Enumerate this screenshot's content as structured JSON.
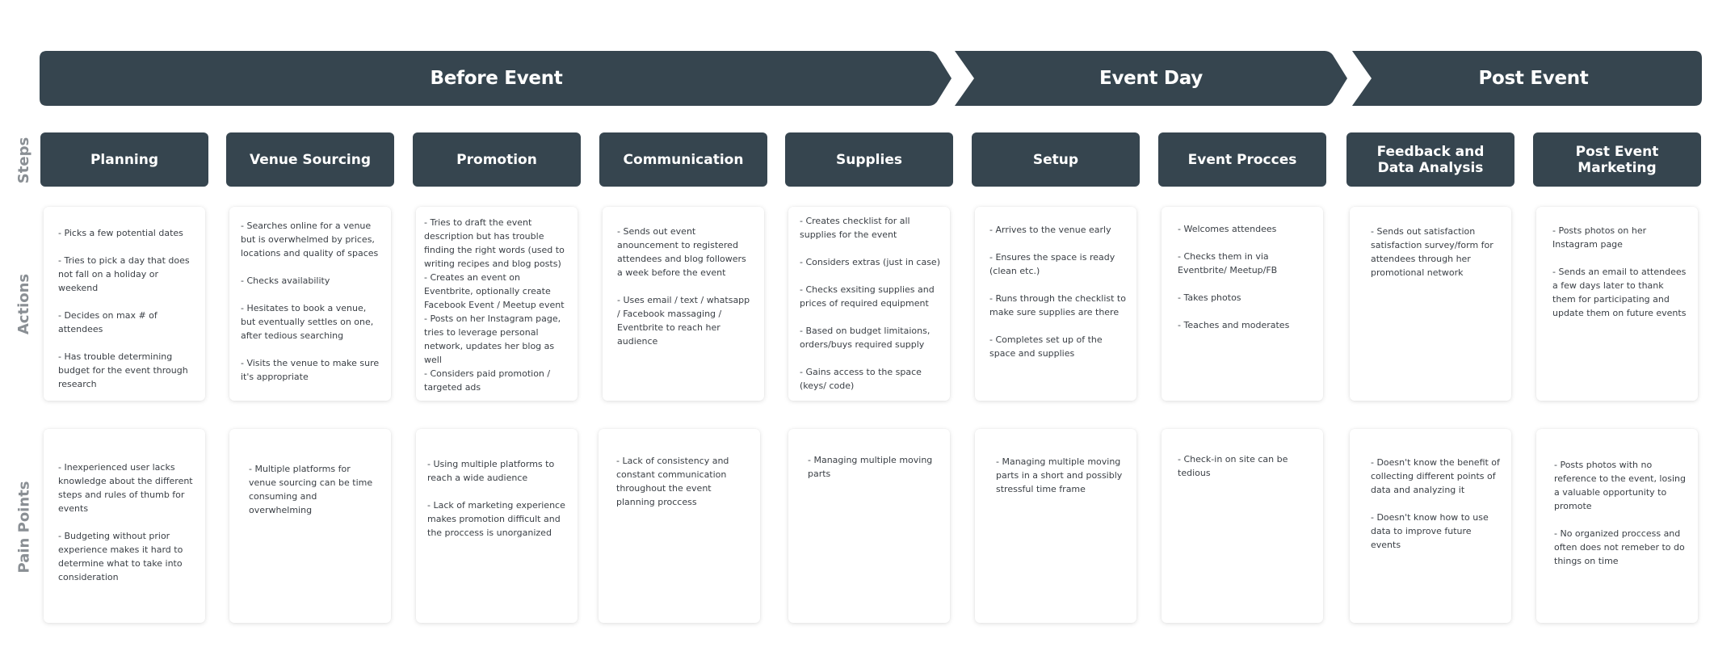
{
  "phases": [
    {
      "id": "before",
      "label": "Before Event"
    },
    {
      "id": "day",
      "label": "Event Day"
    },
    {
      "id": "post",
      "label": "Post Event"
    }
  ],
  "row_labels": {
    "steps": "Steps",
    "actions": "Actions",
    "pain_points": "Pain Points"
  },
  "colors": {
    "dark": "#36454f",
    "label": "#8a8f94",
    "card_text": "#3a3f45"
  },
  "steps": [
    {
      "title": "Planning",
      "actions": "- Picks a few potential dates\n\n- Tries to pick a day that does not fall on a holiday or weekend\n\n- Decides on max # of attendees\n\n- Has trouble determining budget for the event through research",
      "pain_points": "- Inexperienced user lacks knowledge about the different steps and rules of thumb for events\n\n- Budgeting without prior experience makes it hard to determine what to take into consideration"
    },
    {
      "title": "Venue Sourcing",
      "actions": "- Searches online for a venue but is overwhelmed by prices, locations and quality of spaces\n\n- Checks availability\n\n- Hesitates to book a venue, but eventually settles on one, after tedious searching\n\n- Visits the venue to make sure it's appropriate",
      "pain_points": "- Multiple platforms for venue sourcing can be time consuming and overwhelming"
    },
    {
      "title": "Promotion",
      "actions": "- Tries to draft the event description but has trouble finding the right words (used to writing recipes and blog posts)\n- Creates an event on Eventbrite, optionally create Facebook Event / Meetup event\n- Posts on her Instagram page, tries to leverage personal network, updates her blog as well\n- Considers paid promotion / targeted ads",
      "pain_points": "- Using multiple platforms to reach a wide audience\n\n- Lack of marketing experience makes promotion difficult and the proccess is unorganized"
    },
    {
      "title": "Communication",
      "actions": "- Sends out event anouncement to registered attendees and blog followers a week before the event\n\n- Uses email / text / whatsapp / Facebook massaging / Eventbrite  to reach her audience",
      "pain_points": "- Lack of consistency and constant communication throughout the event planning proccess"
    },
    {
      "title": "Supplies",
      "actions": "- Creates checklist for all supplies for the event\n\n- Considers extras (just in case)\n\n- Checks exsiting supplies and prices of required equipment\n\n- Based on budget limitaions, orders/buys required supply\n\n- Gains access to the space (keys/ code)",
      "pain_points": "- Managing multiple moving parts"
    },
    {
      "title": "Setup",
      "actions": "- Arrives to the venue early\n\n- Ensures the space is ready (clean etc.)\n\n- Runs through the checklist to make sure supplies are there\n\n- Completes set up of the space and supplies",
      "pain_points": "- Managing multiple moving parts in a short and possibly stressful time frame"
    },
    {
      "title": "Event Procces",
      "actions": "- Welcomes attendees\n\n- Checks them in via Eventbrite/ Meetup/FB\n\n- Takes photos\n\n- Teaches and moderates",
      "pain_points": "- Check-in on site can be tedious"
    },
    {
      "title": "Feedback and\nData Analysis",
      "actions": "- Sends out satisfaction satisfaction survey/form for attendees through her promotional network",
      "pain_points": "- Doesn't know the benefit of collecting different points of data and analyzing it\n\n- Doesn't know how to use data to improve future events"
    },
    {
      "title": "Post Event\nMarketing",
      "actions": "- Posts photos on her Instagram page\n\n-  Sends an email to attendees a few days later to thank them for participating and update them on future events",
      "pain_points": "-  Posts photos with no reference to the event, losing a valuable opportunity to promote\n\n- No organized proccess and often does not remeber to do things on time"
    }
  ]
}
